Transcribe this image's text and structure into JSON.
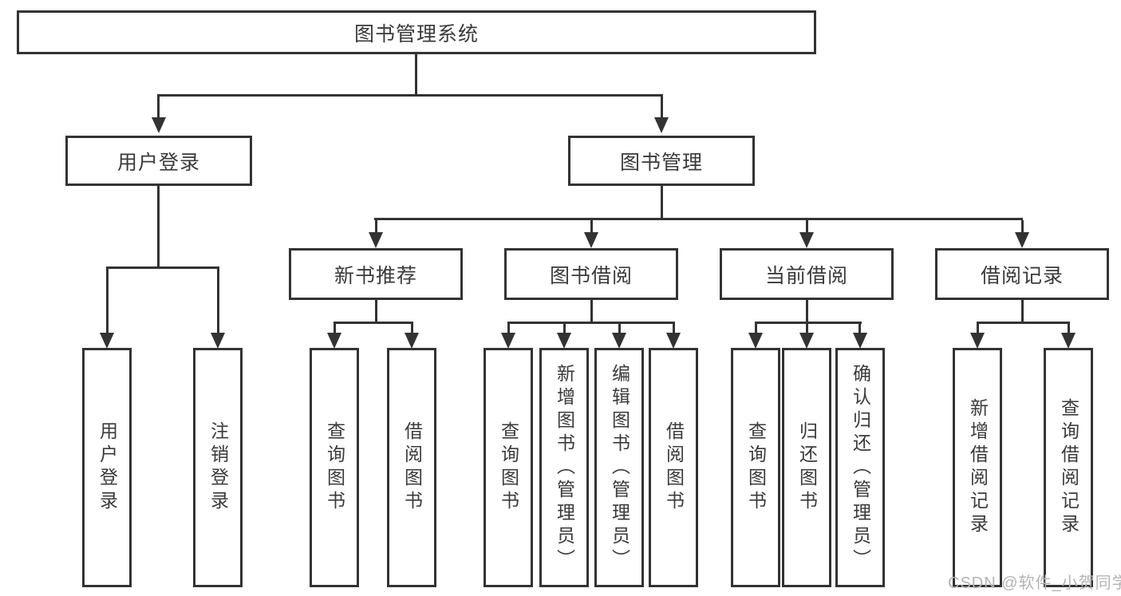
{
  "tree": {
    "root": "图书管理系统",
    "children": [
      {
        "label": "用户登录",
        "children": [
          "用户登录",
          "注销登录"
        ]
      },
      {
        "label": "图书管理",
        "children": [
          {
            "label": "新书推荐",
            "children": [
              "查询图书",
              "借阅图书"
            ]
          },
          {
            "label": "图书借阅",
            "children": [
              "查询图书",
              "新增图书（管理员）",
              "编辑图书（管理员）",
              "借阅图书"
            ]
          },
          {
            "label": "当前借阅",
            "children": [
              "查询图书",
              "归还图书",
              "确认归还（管理员）"
            ]
          },
          {
            "label": "借阅记录",
            "children": [
              "新增借阅记录",
              "查询借阅记录"
            ]
          }
        ]
      }
    ]
  },
  "watermark": {
    "text": "CSDN @软件_小贺同学"
  },
  "colors": {
    "line": "#333333",
    "text": "#3a3a3a",
    "watermark": "#b4b4b4",
    "background": "#ffffff"
  }
}
